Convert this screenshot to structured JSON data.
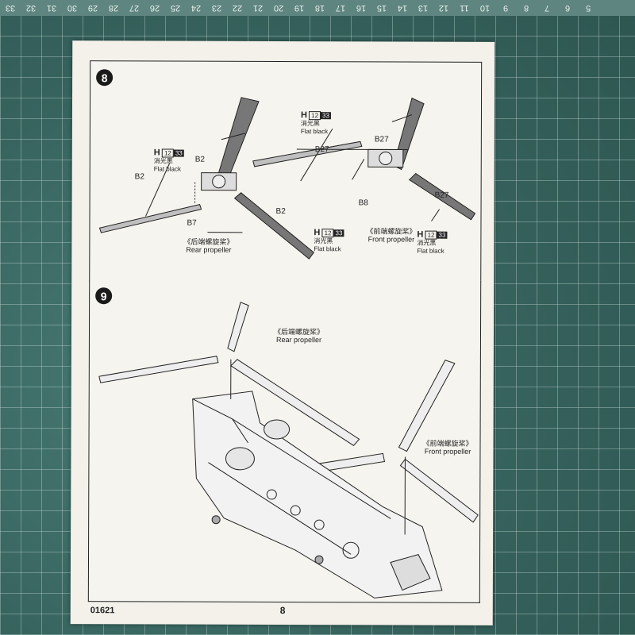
{
  "ruler": [
    "33",
    "32",
    "31",
    "30",
    "29",
    "28",
    "27",
    "26",
    "25",
    "24",
    "23",
    "22",
    "21",
    "20",
    "19",
    "18",
    "17",
    "16",
    "15",
    "14",
    "13",
    "12",
    "11",
    "10",
    "9",
    "8",
    "7",
    "6",
    "5"
  ],
  "step8": {
    "number": "8",
    "paint_top": {
      "h": "H",
      "code1": "12",
      "code2": "33",
      "cn": "消光黑",
      "en": "Flat black"
    },
    "paint_mid": {
      "h": "H",
      "code1": "12",
      "code2": "33",
      "cn": "消光黑",
      "en": "Flat black"
    },
    "paint_right_top": {
      "h": "H",
      "code1": "12",
      "code2": "33",
      "cn": "消光黑",
      "en": "Flat black"
    },
    "paint_right_bottom": {
      "h": "H",
      "code1": "12",
      "code2": "33",
      "cn": "消光黑",
      "en": "Flat black"
    },
    "parts": {
      "b2_a": "B2",
      "b2_b": "B2",
      "b2_c": "B2",
      "b7": "B7",
      "b27_a": "B27",
      "b27_b": "B27",
      "b27_c": "B27",
      "b8": "B8"
    },
    "rear_cn": "《后端螺旋桨》",
    "rear_en": "Rear propeller",
    "front_cn": "《前端螺旋桨》",
    "front_en": "Front propeller"
  },
  "step9": {
    "number": "9",
    "rear_cn": "《后端螺旋桨》",
    "rear_en": "Rear propeller",
    "front_cn": "《前端螺旋桨》",
    "front_en": "Front propeller"
  },
  "footer": {
    "code": "01621",
    "page": "8"
  }
}
